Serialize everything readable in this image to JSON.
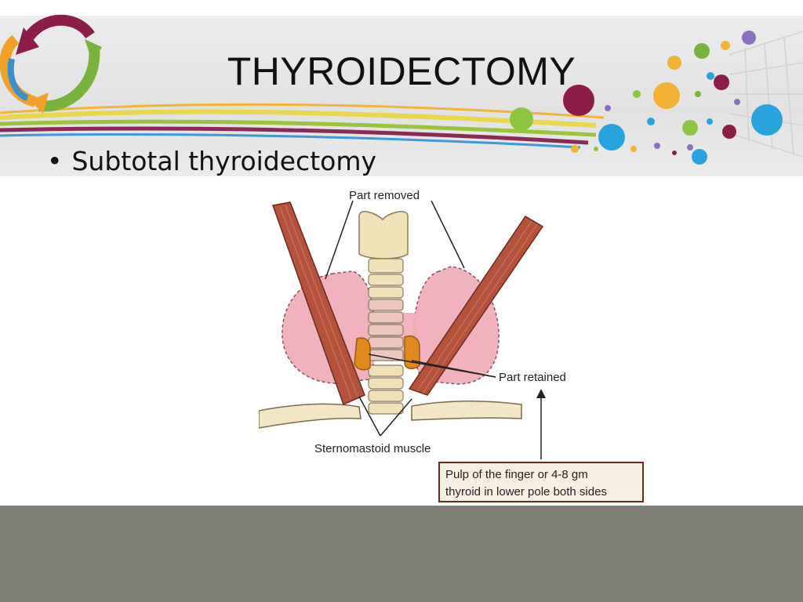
{
  "slide": {
    "title": "THYROIDECTOMY",
    "bullet": "Subtotal thyroidectomy"
  },
  "diagram": {
    "label_part_removed": "Part removed",
    "label_part_retained": "Part retained",
    "label_muscle": "Sternomastoid muscle",
    "note_line1": "Pulp of the finger or 4-8 gm",
    "note_line2": "thyroid in lower pole both sides"
  },
  "colors": {
    "footer": "#7e7f76",
    "thyroid": "#f0b3bd",
    "muscle": "#b4523c",
    "retained": "#e08a1e",
    "trachea": "#f0e1b8"
  }
}
